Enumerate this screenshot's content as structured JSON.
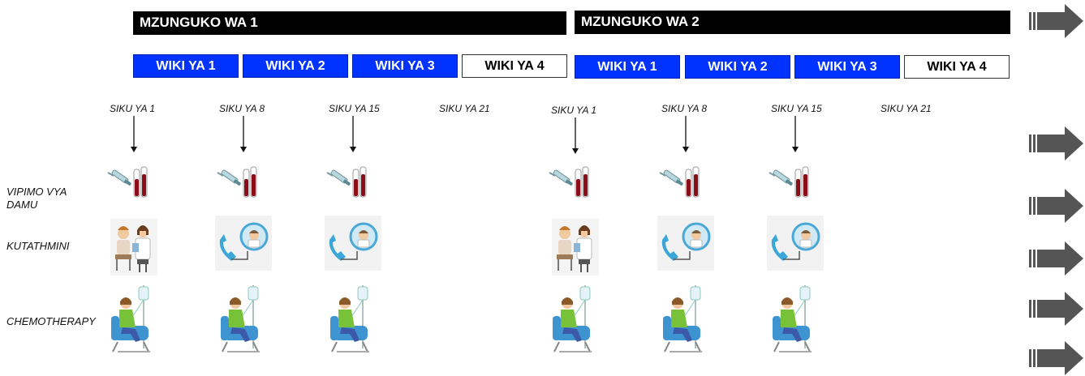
{
  "cycles": [
    {
      "label": "MZUNGUKO WA 1"
    },
    {
      "label": "MZUNGUKO WA 2"
    }
  ],
  "weeks": [
    {
      "label": "WIKI YA 1",
      "style": "blue"
    },
    {
      "label": "WIKI YA 2",
      "style": "blue"
    },
    {
      "label": "WIKI YA 3",
      "style": "blue"
    },
    {
      "label": "WIKI YA 4",
      "style": "white"
    },
    {
      "label": "WIKI YA 1",
      "style": "blue"
    },
    {
      "label": "WIKI YA 2",
      "style": "blue"
    },
    {
      "label": "WIKI YA 3",
      "style": "blue"
    },
    {
      "label": "WIKI YA 4",
      "style": "white"
    }
  ],
  "days": [
    {
      "label": "SIKU YA 1",
      "arrow": true
    },
    {
      "label": "SIKU YA 8",
      "arrow": true
    },
    {
      "label": "SIKU YA 15",
      "arrow": true
    },
    {
      "label": "SIKU YA 21",
      "arrow": false
    },
    {
      "label": "SIKU YA 1",
      "arrow": true
    },
    {
      "label": "SIKU YA 8",
      "arrow": true
    },
    {
      "label": "SIKU YA 15",
      "arrow": true
    },
    {
      "label": "SIKU YA 21",
      "arrow": false
    }
  ],
  "rows": {
    "blood_tests": "VIPIMO VYA DAMU",
    "assessment": "KUTATHMINI",
    "chemotherapy": "CHEMOTHERAPY"
  },
  "icons": {
    "blood": "blood-test-tubes-icon",
    "doctor_visit": "doctor-consultation-icon",
    "phone_call": "phone-consultation-icon",
    "chemo": "chemotherapy-infusion-icon",
    "arrow": "right-arrow-icon"
  },
  "assessment_types": [
    "in-person",
    "phone",
    "phone",
    "in-person",
    "phone",
    "phone"
  ],
  "colors": {
    "week_blue": "#0033ff",
    "cycle_black": "#000000",
    "arrow_gray": "#555555",
    "blood_red": "#8b0d1a"
  }
}
